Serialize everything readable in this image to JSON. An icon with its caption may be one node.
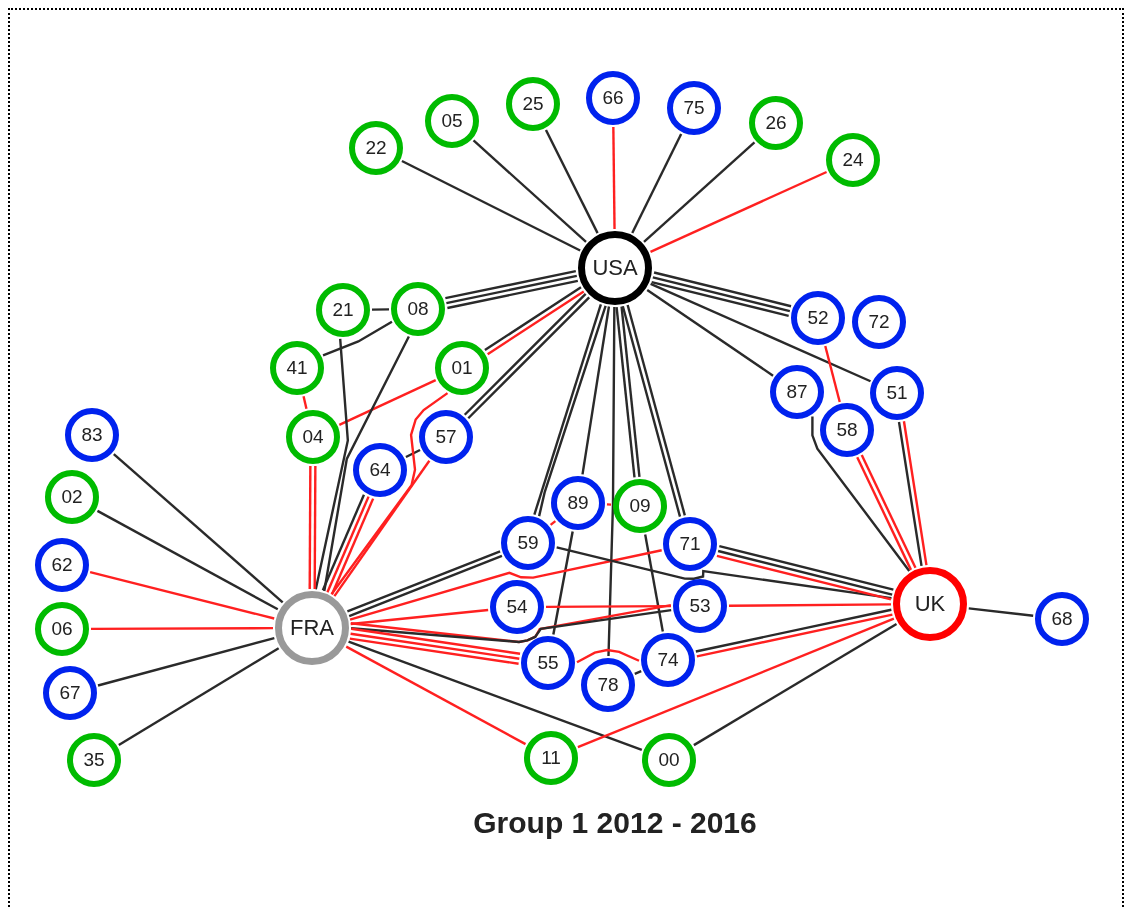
{
  "diagram": {
    "title": "Group 1 2012 - 2016",
    "nodes": [
      {
        "text": [
          "USA"
        ]
      },
      {
        "text": [
          "FRA"
        ]
      },
      {
        "text": [
          "UK"
        ]
      },
      {
        "text": [
          "22"
        ]
      },
      {
        "text": [
          "05"
        ]
      },
      {
        "text": [
          "25"
        ]
      },
      {
        "text": [
          "66"
        ]
      },
      {
        "text": [
          "75"
        ]
      },
      {
        "text": [
          "26"
        ]
      },
      {
        "text": [
          "24"
        ]
      },
      {
        "text": [
          "21"
        ]
      },
      {
        "text": [
          "08"
        ]
      },
      {
        "text": [
          "41"
        ]
      },
      {
        "text": [
          "01"
        ]
      },
      {
        "text": [
          "04"
        ]
      },
      {
        "text": [
          "57"
        ]
      },
      {
        "text": [
          "64"
        ]
      },
      {
        "text": [
          "83"
        ]
      },
      {
        "text": [
          "02"
        ]
      },
      {
        "text": [
          "62"
        ]
      },
      {
        "text": [
          "06"
        ]
      },
      {
        "text": [
          "67"
        ]
      },
      {
        "text": [
          "35"
        ]
      },
      {
        "text": [
          "52"
        ]
      },
      {
        "text": [
          "72"
        ]
      },
      {
        "text": [
          "87"
        ]
      },
      {
        "text": [
          "51"
        ]
      },
      {
        "text": [
          "58"
        ]
      },
      {
        "text": [
          "89"
        ]
      },
      {
        "text": [
          "09"
        ]
      },
      {
        "text": [
          "59"
        ]
      },
      {
        "text": [
          "71"
        ]
      },
      {
        "text": [
          "54"
        ]
      },
      {
        "text": [
          "53"
        ]
      },
      {
        "text": [
          "55"
        ]
      },
      {
        "text": [
          "78"
        ]
      },
      {
        "text": [
          "74"
        ]
      },
      {
        "text": [
          "68"
        ]
      },
      {
        "text": [
          "11"
        ]
      },
      {
        "text": [
          "00"
        ]
      }
    ],
    "edges": [
      {
        "from": 0,
        "to": 3,
        "arrow": "none"
      },
      {
        "from": 0,
        "to": 4,
        "arrow": "none"
      },
      {
        "from": 0,
        "to": 5,
        "arrow": "none"
      },
      {
        "from": 0,
        "to": 6,
        "arrow": "none",
        "color": "#ff2020"
      },
      {
        "from": 0,
        "to": 7,
        "arrow": "none"
      },
      {
        "from": 0,
        "to": 8,
        "arrow": "none"
      },
      {
        "from": 0,
        "to": 9,
        "arrow": "none",
        "color": "#ff2020"
      },
      {
        "from": 0,
        "to": 11,
        "arrow": "none"
      },
      {
        "from": 0,
        "to": 11,
        "arrow": "none"
      },
      {
        "from": 0,
        "to": 11,
        "arrow": "none"
      },
      {
        "from": 10,
        "to": 11,
        "arrow": "none"
      },
      {
        "from": 12,
        "to": 11,
        "arrow": "none"
      },
      {
        "from": 0,
        "to": 13,
        "arrow": "none",
        "color": "#ff2020"
      },
      {
        "from": 0,
        "to": 13,
        "arrow": "none"
      },
      {
        "from": 13,
        "to": 14,
        "arrow": "none",
        "color": "#ff2020"
      },
      {
        "from": 12,
        "to": 14,
        "arrow": "none",
        "color": "#ff2020"
      },
      {
        "from": 0,
        "to": 15,
        "arrow": "none"
      },
      {
        "from": 0,
        "to": 15,
        "arrow": "none"
      },
      {
        "from": 15,
        "to": 16,
        "arrow": "none"
      },
      {
        "from": 10,
        "to": 1,
        "arrow": "none"
      },
      {
        "from": 11,
        "to": 1,
        "arrow": "none"
      },
      {
        "from": 14,
        "to": 1,
        "arrow": "none",
        "color": "#ff2020"
      },
      {
        "from": 14,
        "to": 1,
        "arrow": "none",
        "color": "#ff2020"
      },
      {
        "from": 16,
        "to": 1,
        "arrow": "none",
        "color": "#ff2020"
      },
      {
        "from": 16,
        "to": 1,
        "arrow": "none",
        "color": "#ff2020"
      },
      {
        "from": 16,
        "to": 1,
        "arrow": "none"
      },
      {
        "from": 15,
        "to": 1,
        "arrow": "none",
        "color": "#ff2020"
      },
      {
        "from": 13,
        "to": 1,
        "arrow": "none",
        "color": "#ff2020"
      },
      {
        "from": 17,
        "to": 1,
        "arrow": "none"
      },
      {
        "from": 18,
        "to": 1,
        "arrow": "none"
      },
      {
        "from": 19,
        "to": 1,
        "arrow": "none",
        "color": "#ff2020"
      },
      {
        "from": 20,
        "to": 1,
        "arrow": "none",
        "color": "#ff2020"
      },
      {
        "from": 21,
        "to": 1,
        "arrow": "none"
      },
      {
        "from": 22,
        "to": 1,
        "arrow": "none"
      },
      {
        "from": 0,
        "to": 30,
        "arrow": "none"
      },
      {
        "from": 0,
        "to": 30,
        "arrow": "none"
      },
      {
        "from": 0,
        "to": 28,
        "arrow": "none"
      },
      {
        "from": 0,
        "to": 35,
        "arrow": "none"
      },
      {
        "from": 28,
        "to": 34,
        "arrow": "none"
      },
      {
        "from": 0,
        "to": 29,
        "arrow": "none"
      },
      {
        "from": 0,
        "to": 29,
        "arrow": "none"
      },
      {
        "from": 29,
        "to": 36,
        "arrow": "none"
      },
      {
        "from": 0,
        "to": 31,
        "arrow": "none"
      },
      {
        "from": 0,
        "to": 31,
        "arrow": "none"
      },
      {
        "from": 0,
        "to": 23,
        "arrow": "none"
      },
      {
        "from": 0,
        "to": 23,
        "arrow": "none"
      },
      {
        "from": 0,
        "to": 23,
        "arrow": "none"
      },
      {
        "from": 0,
        "to": 26,
        "arrow": "none"
      },
      {
        "from": 0,
        "to": 25,
        "arrow": "none"
      },
      {
        "from": 25,
        "to": 2,
        "arrow": "none"
      },
      {
        "from": 23,
        "to": 27,
        "arrow": "none",
        "color": "#ff2020"
      },
      {
        "from": 27,
        "to": 2,
        "arrow": "none",
        "color": "#ff2020"
      },
      {
        "from": 27,
        "to": 2,
        "arrow": "none",
        "color": "#ff2020"
      },
      {
        "from": 26,
        "to": 2,
        "arrow": "none",
        "color": "#ff2020"
      },
      {
        "from": 26,
        "to": 2,
        "arrow": "none"
      },
      {
        "from": 2,
        "to": 37,
        "arrow": "none"
      },
      {
        "from": 1,
        "to": 30,
        "arrow": "none"
      },
      {
        "from": 1,
        "to": 30,
        "arrow": "none"
      },
      {
        "from": 1,
        "to": 31,
        "arrow": "none",
        "color": "#ff2020"
      },
      {
        "from": 1,
        "to": 32,
        "arrow": "none",
        "color": "#ff2020"
      },
      {
        "from": 1,
        "to": 33,
        "arrow": "none",
        "color": "#ff2020"
      },
      {
        "from": 1,
        "to": 33,
        "arrow": "none"
      },
      {
        "from": 1,
        "to": 34,
        "arrow": "none",
        "color": "#ff2020"
      },
      {
        "from": 1,
        "to": 34,
        "arrow": "none",
        "color": "#ff2020"
      },
      {
        "from": 1,
        "to": 34,
        "arrow": "none",
        "color": "#ff2020"
      },
      {
        "from": 1,
        "to": 38,
        "arrow": "none",
        "color": "#ff2020"
      },
      {
        "from": 1,
        "to": 39,
        "arrow": "none"
      },
      {
        "from": 30,
        "to": 28,
        "arrow": "none",
        "color": "#ff2020"
      },
      {
        "from": 28,
        "to": 29,
        "arrow": "none",
        "color": "#ff2020"
      },
      {
        "from": 30,
        "to": 2,
        "arrow": "none"
      },
      {
        "from": 31,
        "to": 2,
        "arrow": "none"
      },
      {
        "from": 31,
        "to": 2,
        "arrow": "none"
      },
      {
        "from": 31,
        "to": 2,
        "arrow": "none",
        "color": "#ff2020"
      },
      {
        "from": 33,
        "to": 2,
        "arrow": "none",
        "color": "#ff2020"
      },
      {
        "from": 32,
        "to": 33,
        "arrow": "none",
        "color": "#ff2020"
      },
      {
        "from": 34,
        "to": 36,
        "arrow": "none",
        "color": "#ff2020"
      },
      {
        "from": 36,
        "to": 2,
        "arrow": "none"
      },
      {
        "from": 36,
        "to": 2,
        "arrow": "none",
        "color": "#ff2020"
      },
      {
        "from": 35,
        "to": 36,
        "arrow": "none"
      },
      {
        "from": 38,
        "to": 2,
        "arrow": "none",
        "color": "#ff2020"
      },
      {
        "from": 39,
        "to": 2,
        "arrow": "none"
      }
    ]
  }
}
